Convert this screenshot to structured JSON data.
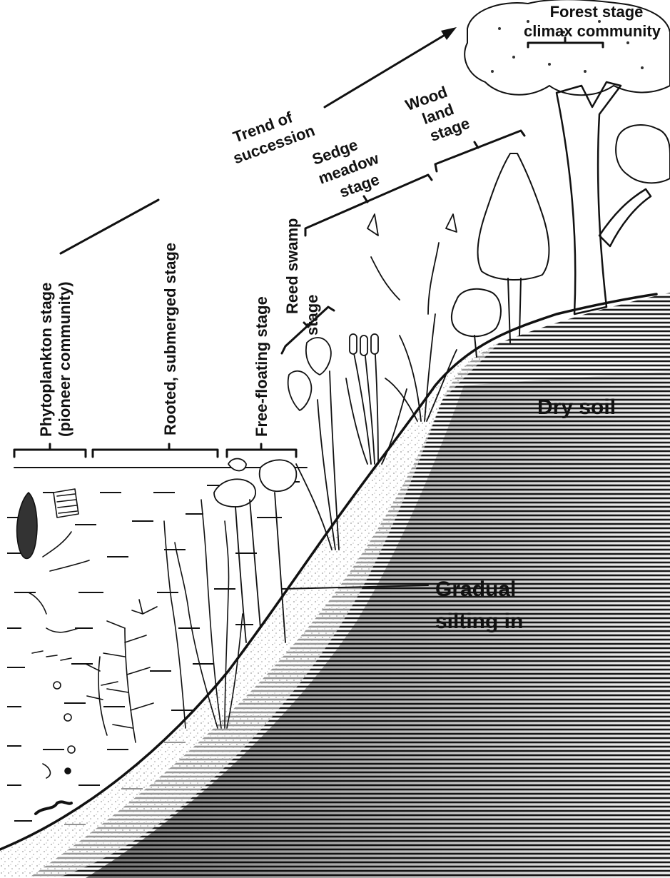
{
  "labels": {
    "forest_l1": "Forest stage",
    "forest_l2": "climax community",
    "trend_l1": "Trend of",
    "trend_l2": "succession",
    "wood_l1": "Wood",
    "wood_l2": "land",
    "wood_l3": "stage",
    "sedge_l1": "Sedge",
    "sedge_l2": "meadow",
    "sedge_l3": "stage",
    "reed_l1": "Reed swamp",
    "reed_l2": "stage",
    "free_floating": "Free-floating stage",
    "rooted": "Rooted, submerged stage",
    "phyto_l1": "Phytoplankton stage",
    "phyto_l2": "(pioneer community)",
    "dry_soil": "Dry soil",
    "silting_l1": "Gradual",
    "silting_l2": "silting in"
  },
  "icons": [
    "succession-arrow",
    "tree-icon",
    "cattail-icon",
    "water-lily-icon",
    "submerged-plant-icon",
    "plankton-icon"
  ],
  "colors": {
    "ink": "#111111",
    "paper": "#ffffff",
    "soil_shade": "#2a2a2a"
  }
}
